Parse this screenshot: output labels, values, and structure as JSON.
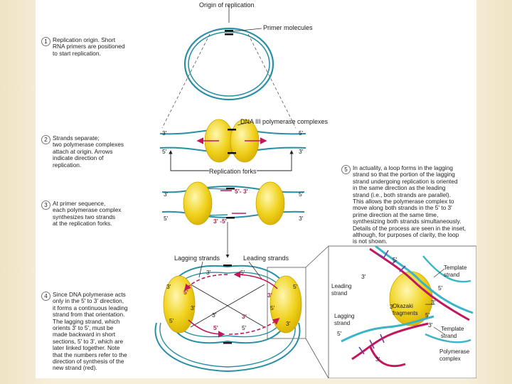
{
  "top": {
    "origin_label": "Origin of replication",
    "primer_label": "Primer molecules",
    "dna3_label": "DNA III polymerase complexes",
    "forks_label": "Replication forks",
    "lagging_label": "Lagging strands",
    "leading_label": "Leading strands"
  },
  "steps": [
    {
      "num": "1",
      "lines": [
        "Replication origin. Short",
        "RNA primers are positioned",
        "to start replication."
      ]
    },
    {
      "num": "2",
      "lines": [
        "Strands separate;",
        "two polymerase complexes",
        "attach at origin. Arrows",
        "indicate direction of",
        "replication."
      ]
    },
    {
      "num": "3",
      "lines": [
        "At primer sequence,",
        "each polymerase complex",
        "synthesizes two strands",
        "at the replication forks."
      ]
    },
    {
      "num": "4",
      "lines": [
        "Since DNA polymerase acts",
        "only in the 5' to 3' direction,",
        "it forms a continuous leading",
        "strand from that orientation.",
        "The lagging strand, which",
        "orients 3' to 5', must be",
        "made backward in short",
        "sections, 5' to 3', which are",
        "later linked together. Note",
        "that the numbers refer to the",
        "direction of synthesis of the",
        "new strand (red)."
      ]
    },
    {
      "num": "5",
      "lines": [
        "In actuality, a loop forms in the lagging",
        "strand so that the portion of the lagging",
        "strand undergoing replication is oriented",
        "in the same direction as the leading",
        "strand (i.e., both strands are parallel).",
        "This allows the polymerase complex to",
        "move along both strands in the 5' to 3'",
        "prime direction at the same time,",
        "synthesizing both strands simultaneously.",
        "Details of the process are seen in the inset,",
        "although, for purposes of clarity, the loop",
        "is not shown."
      ]
    }
  ],
  "ends": {
    "s2_tl": "3'",
    "s2_tr": "5'",
    "s2_bl": "5'",
    "s2_br": "3'",
    "s3_tl": "3'",
    "s3_tr": "5'",
    "s3_bl": "5'",
    "s3_br": "3'",
    "s3_mid_top": "5'- 3'",
    "s3_mid_bot": "3' -5'",
    "s4_l1": "3'",
    "s4_l2": "5'",
    "s4_l3": "3'",
    "s4_l4": "5'",
    "s4_t1": "3'",
    "s4_t2": "5'",
    "s4_r1": "5'",
    "s4_r2": "3'",
    "s4_r3": "5'",
    "s4_r4": "3'",
    "s4_b1": "3'",
    "s4_b2": "5'",
    "s4_b3": "5'",
    "s4_b4": "3'"
  },
  "inset": {
    "template_top": "Template strand",
    "leading": "Leading strand",
    "okazaki": "Okazaki fragments",
    "lagging": "Lagging strand",
    "template_bot": "Template strand",
    "polymerase": "Polymerase complex",
    "e_5a": "5'",
    "e_3a": "3'",
    "e_5b": "5'",
    "e_3b": "3'",
    "e_3c": "3'",
    "e_5c": "5'",
    "e_3d": "3'",
    "e_5d": "5'",
    "e_3e": "3'"
  },
  "colors": {
    "dna": "#2a8fa3",
    "new_strand": "#c2185b",
    "polymerase": "#f0d21e",
    "inset_teal": "#3ab4c7"
  }
}
